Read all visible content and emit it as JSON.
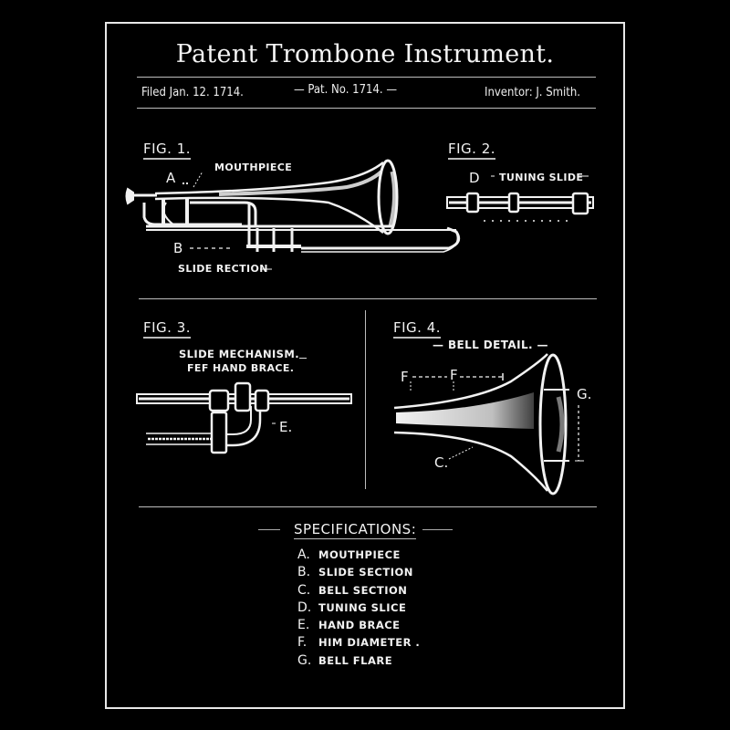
{
  "header": {
    "title": "Patent Trombone Instrument.",
    "filed": "Filed Jan. 12. 1714.",
    "patent_no": "— Pat. No. 1714. —",
    "inventor": "Inventor: J. Smith."
  },
  "figures": [
    {
      "label": "FIG. 1.",
      "callouts": [
        {
          "letter": "A",
          "text": "MOUTHPIECE"
        },
        {
          "letter": "B",
          "text": "SLIDE RECTION"
        }
      ]
    },
    {
      "label": "FIG. 2.",
      "callouts": [
        {
          "letter": "D",
          "text": "TUNING SLIDE"
        }
      ]
    },
    {
      "label": "FIG. 3.",
      "callouts": [
        {
          "text": "SLIDE MECHANISM."
        },
        {
          "text": "FEF HAND BRACE."
        },
        {
          "letter": "E."
        }
      ]
    },
    {
      "label": "FIG. 4.",
      "callouts": [
        {
          "text": "— BELL DETAIL. —"
        },
        {
          "letter": "F"
        },
        {
          "letter": "F"
        },
        {
          "letter": "G."
        },
        {
          "letter": "C."
        }
      ]
    }
  ],
  "specifications": {
    "heading": "SPECIFICATIONS:",
    "items": [
      {
        "key": "A.",
        "value": "MOUTHPIECE"
      },
      {
        "key": "B.",
        "value": "SLIDE SECTION"
      },
      {
        "key": "C.",
        "value": "BELL SECTION"
      },
      {
        "key": "D.",
        "value": "TUNING SLICE"
      },
      {
        "key": "E.",
        "value": "HAND BRACE"
      },
      {
        "key": "F.",
        "value": "HIM DIAMETER ."
      },
      {
        "key": "G.",
        "value": "BELL FLARE"
      }
    ]
  },
  "colors": {
    "background": "#000000",
    "ink": "#f2f2f2",
    "rule": "#bdbdbd"
  }
}
